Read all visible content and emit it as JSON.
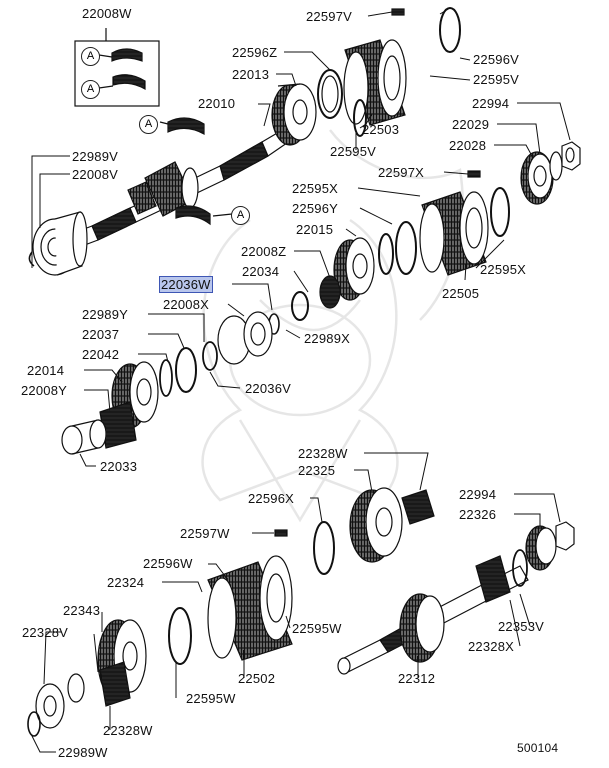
{
  "callout_marker": "A",
  "labels": [
    {
      "id": "22008W",
      "text": "22008W"
    },
    {
      "id": "22597V",
      "text": "22597V"
    },
    {
      "id": "22596Z",
      "text": "22596Z"
    },
    {
      "id": "22013",
      "text": "22013"
    },
    {
      "id": "22596V",
      "text": "22596V"
    },
    {
      "id": "22595V",
      "text": "22595V"
    },
    {
      "id": "22010",
      "text": "22010"
    },
    {
      "id": "22994",
      "text": "22994"
    },
    {
      "id": "22029",
      "text": "22029"
    },
    {
      "id": "22503",
      "text": "22503"
    },
    {
      "id": "22028",
      "text": "22028"
    },
    {
      "id": "22595V-b",
      "text": "22595V"
    },
    {
      "id": "22989V",
      "text": "22989V"
    },
    {
      "id": "22008V",
      "text": "22008V"
    },
    {
      "id": "22597X",
      "text": "22597X"
    },
    {
      "id": "22595X",
      "text": "22595X"
    },
    {
      "id": "22596Y",
      "text": "22596Y"
    },
    {
      "id": "22015",
      "text": "22015"
    },
    {
      "id": "22008Z",
      "text": "22008Z"
    },
    {
      "id": "22036W",
      "text": "22036W",
      "highlighted": true
    },
    {
      "id": "22034",
      "text": "22034"
    },
    {
      "id": "22595X-b",
      "text": "22595X"
    },
    {
      "id": "22505",
      "text": "22505"
    },
    {
      "id": "22008X",
      "text": "22008X"
    },
    {
      "id": "22989Y",
      "text": "22989Y"
    },
    {
      "id": "22037",
      "text": "22037"
    },
    {
      "id": "22989X",
      "text": "22989X"
    },
    {
      "id": "22042",
      "text": "22042"
    },
    {
      "id": "22014",
      "text": "22014"
    },
    {
      "id": "22036V",
      "text": "22036V"
    },
    {
      "id": "22008Y",
      "text": "22008Y"
    },
    {
      "id": "22033",
      "text": "22033"
    },
    {
      "id": "22328W",
      "text": "22328W"
    },
    {
      "id": "22325",
      "text": "22325"
    },
    {
      "id": "22596X",
      "text": "22596X"
    },
    {
      "id": "22994-b",
      "text": "22994"
    },
    {
      "id": "22326",
      "text": "22326"
    },
    {
      "id": "22597W",
      "text": "22597W"
    },
    {
      "id": "22596W",
      "text": "22596W"
    },
    {
      "id": "22324",
      "text": "22324"
    },
    {
      "id": "22343",
      "text": "22343"
    },
    {
      "id": "22353V",
      "text": "22353V"
    },
    {
      "id": "22595W",
      "text": "22595W"
    },
    {
      "id": "22328V",
      "text": "22328V"
    },
    {
      "id": "22328X",
      "text": "22328X"
    },
    {
      "id": "22502",
      "text": "22502"
    },
    {
      "id": "22312",
      "text": "22312"
    },
    {
      "id": "22595W-b",
      "text": "22595W"
    },
    {
      "id": "22328W-b",
      "text": "22328W"
    },
    {
      "id": "22989W",
      "text": "22989W"
    }
  ],
  "drawing_code": "500104"
}
